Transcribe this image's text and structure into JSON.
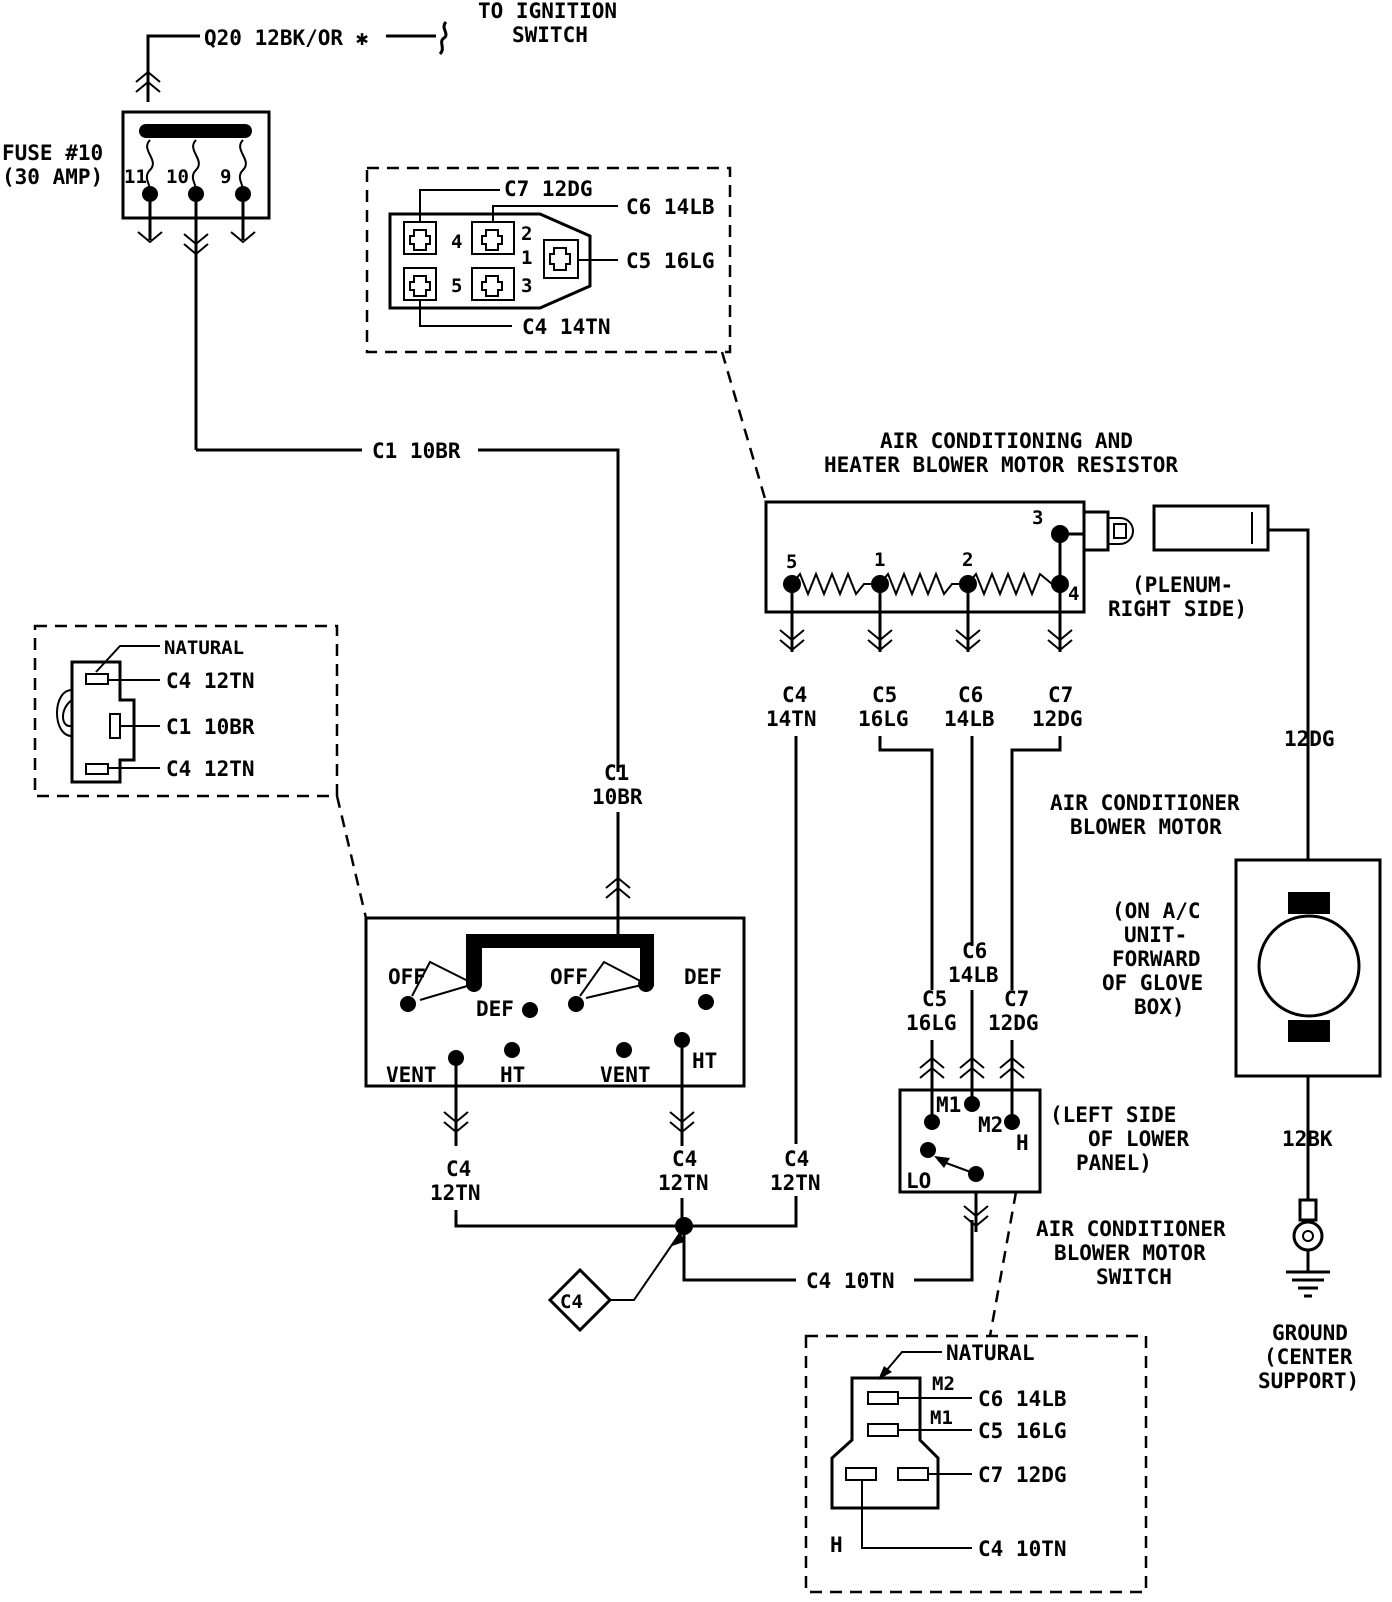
{
  "ignition": {
    "wire": "Q20 12BK/OR ✱",
    "dest_line1": "TO IGNITION",
    "dest_line2": "SWITCH"
  },
  "fuse": {
    "label_line1": "FUSE #10",
    "label_line2": "(30 AMP)",
    "pins": [
      "11",
      "10",
      "9"
    ]
  },
  "resistor_connector": {
    "c7": "C7 12DG",
    "c6": "C6 14LB",
    "c5": "C5 16LG",
    "c4": "C4 14TN",
    "cavities": [
      "4",
      "2",
      "1",
      "5",
      "3"
    ]
  },
  "top_wire": {
    "label": "C1 10BR"
  },
  "resistor": {
    "title_line1": "AIR CONDITIONING AND",
    "title_line2": "HEATER BLOWER MOTOR RESISTOR",
    "terminals": [
      "5",
      "1",
      "2",
      "3",
      "4"
    ],
    "location_line1": "(PLENUM-",
    "location_line2": "RIGHT SIDE)"
  },
  "resistor_wires": [
    {
      "circuit": "C4",
      "gauge": "14TN"
    },
    {
      "circuit": "C5",
      "gauge": "16LG"
    },
    {
      "circuit": "C6",
      "gauge": "14LB"
    },
    {
      "circuit": "C7",
      "gauge": "12DG"
    }
  ],
  "motor_feed": {
    "label": "12DG"
  },
  "motor": {
    "title_line1": "AIR CONDITIONER",
    "title_line2": "BLOWER MOTOR",
    "loc": [
      "(ON A/C",
      "UNIT-",
      "FORWARD",
      "OF GLOVE",
      "BOX)"
    ]
  },
  "motor_ground": {
    "label": "12BK"
  },
  "ground": {
    "line1": "GROUND",
    "line2": "(CENTER",
    "line3": "SUPPORT)"
  },
  "mode_connector": {
    "natural": "NATURAL",
    "c4a": "C4 12TN",
    "c1": "C1 10BR",
    "c4b": "C4 12TN"
  },
  "mode_switch": {
    "feed_circuit": "C1",
    "feed_gauge": "10BR",
    "positions": {
      "off1": "OFF",
      "off2": "OFF",
      "def_mid": "DEF",
      "def_right": "DEF",
      "vent1": "VENT",
      "ht1": "HT",
      "vent2": "VENT",
      "ht2": "HT"
    }
  },
  "splice_wires": [
    {
      "circuit": "C4",
      "gauge": "12TN"
    },
    {
      "circuit": "C4",
      "gauge": "12TN"
    },
    {
      "circuit": "C4",
      "gauge": "12TN"
    }
  ],
  "splice": {
    "id": "C4",
    "out_wire": "C4 10TN"
  },
  "blower_switch_wires": {
    "c6": {
      "circuit": "C6",
      "gauge": "14LB"
    },
    "c5": {
      "circuit": "C5",
      "gauge": "16LG"
    },
    "c7": {
      "circuit": "C7",
      "gauge": "12DG"
    }
  },
  "blower_switch": {
    "terminals": [
      "M1",
      "M2",
      "H",
      "LO"
    ],
    "location": [
      "(LEFT SIDE",
      "OF LOWER",
      "PANEL)"
    ],
    "title": [
      "AIR CONDITIONER",
      "BLOWER MOTOR",
      "SWITCH"
    ]
  },
  "switch_connector": {
    "natural": "NATURAL",
    "m2": "M2",
    "m1": "M1",
    "h": "H",
    "w1": "C6 14LB",
    "w2": "C5 16LG",
    "w3": "C7 12DG",
    "w4": "C4 10TN"
  }
}
